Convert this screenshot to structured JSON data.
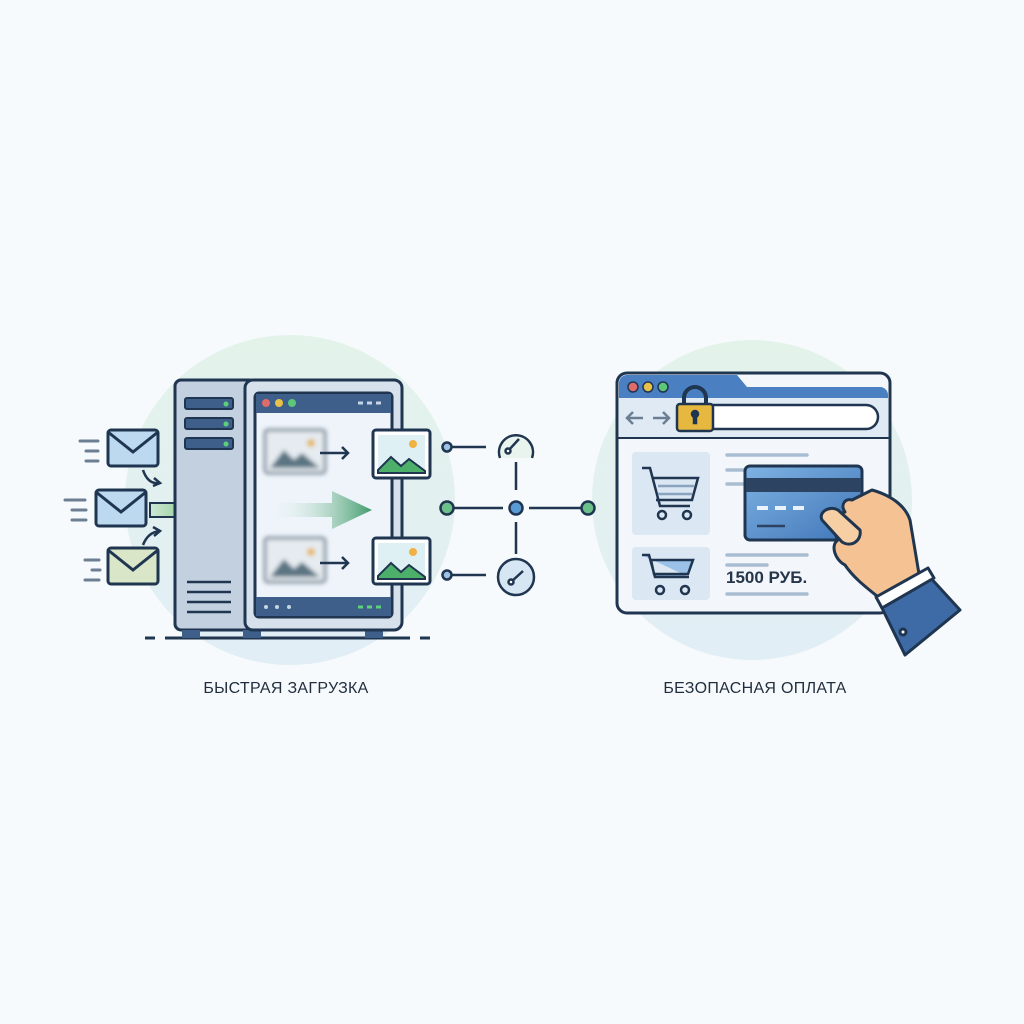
{
  "left_panel": {
    "caption": "БЫСТРАЯ ЗАГРУЗКА"
  },
  "right_panel": {
    "caption": "БЕЗОПАСНАЯ ОПЛАТА",
    "price": "1500 РУБ."
  },
  "icons": [
    "envelope-icon",
    "server-icon",
    "image-icon",
    "gauge-icon",
    "network-node-icon",
    "lock-icon",
    "cart-icon",
    "credit-card-icon",
    "hand-icon"
  ],
  "colors": {
    "outline": "#1f3550",
    "accent_blue": "#4a7fc1",
    "accent_green": "#4caf6a",
    "bg_circle": "#e3f1ec"
  }
}
